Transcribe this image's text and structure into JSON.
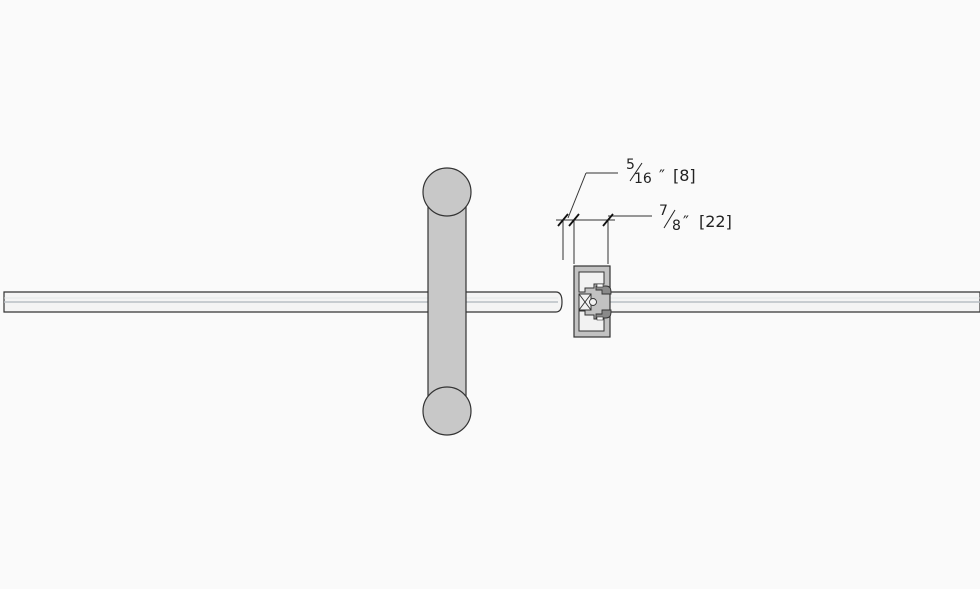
{
  "dimensions": {
    "small": {
      "numerator": "5",
      "denominator": "16",
      "unit": "″",
      "metric": "[8]"
    },
    "large": {
      "numerator": "7",
      "denominator": "8",
      "unit": "″",
      "metric": "[22]"
    }
  },
  "colors": {
    "background": "#fafafa",
    "line": "#333333",
    "handle_fill": "#c8c8c8",
    "glass_fill": "#f4f4f4",
    "glass_highlight": "#b8bec4",
    "profile_fill": "#c2c2c2"
  }
}
